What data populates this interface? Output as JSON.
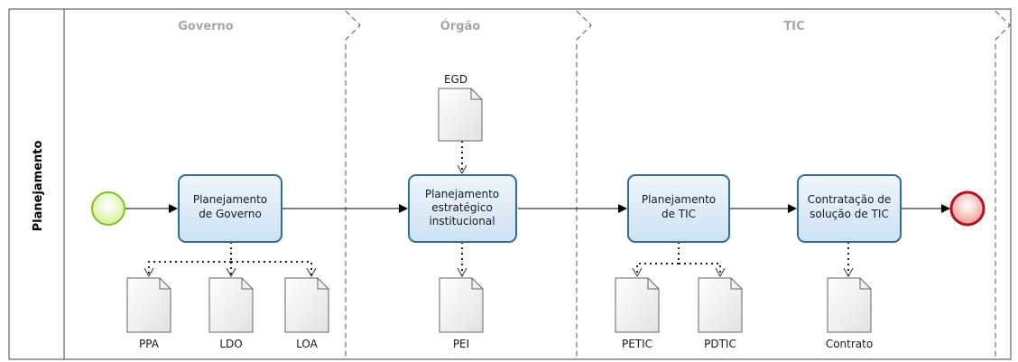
{
  "pool": {
    "title": "Planejamento"
  },
  "lanes": [
    {
      "label": "Governo"
    },
    {
      "label": "Órgão"
    },
    {
      "label": "TIC"
    }
  ],
  "tasks": {
    "governo": {
      "line1": "Planejamento",
      "line2": "de Governo",
      "line3": ""
    },
    "estrategico": {
      "line1": "Planejamento",
      "line2": "estratégico",
      "line3": "institucional"
    },
    "tic": {
      "line1": "Planejamento",
      "line2": "de TIC",
      "line3": ""
    },
    "contratacao": {
      "line1": "Contratação de",
      "line2": "solução de TIC",
      "line3": ""
    }
  },
  "documents": {
    "egd": "EGD",
    "ppa": "PPA",
    "ldo": "LDO",
    "loa": "LOA",
    "pei": "PEI",
    "petic": "PETIC",
    "pdtic": "PDTIC",
    "contrato": "Contrato"
  },
  "colors": {
    "task_fill": "#dcebf7",
    "task_stroke": "#2e6e9e",
    "start_fill": "#e9f7c8",
    "start_stroke": "#7fc31c",
    "end_fill": "#f6c9c9",
    "end_stroke": "#b3111c",
    "doc_fill": "#f2f2f2",
    "lane_text": "#a6a6a6"
  }
}
